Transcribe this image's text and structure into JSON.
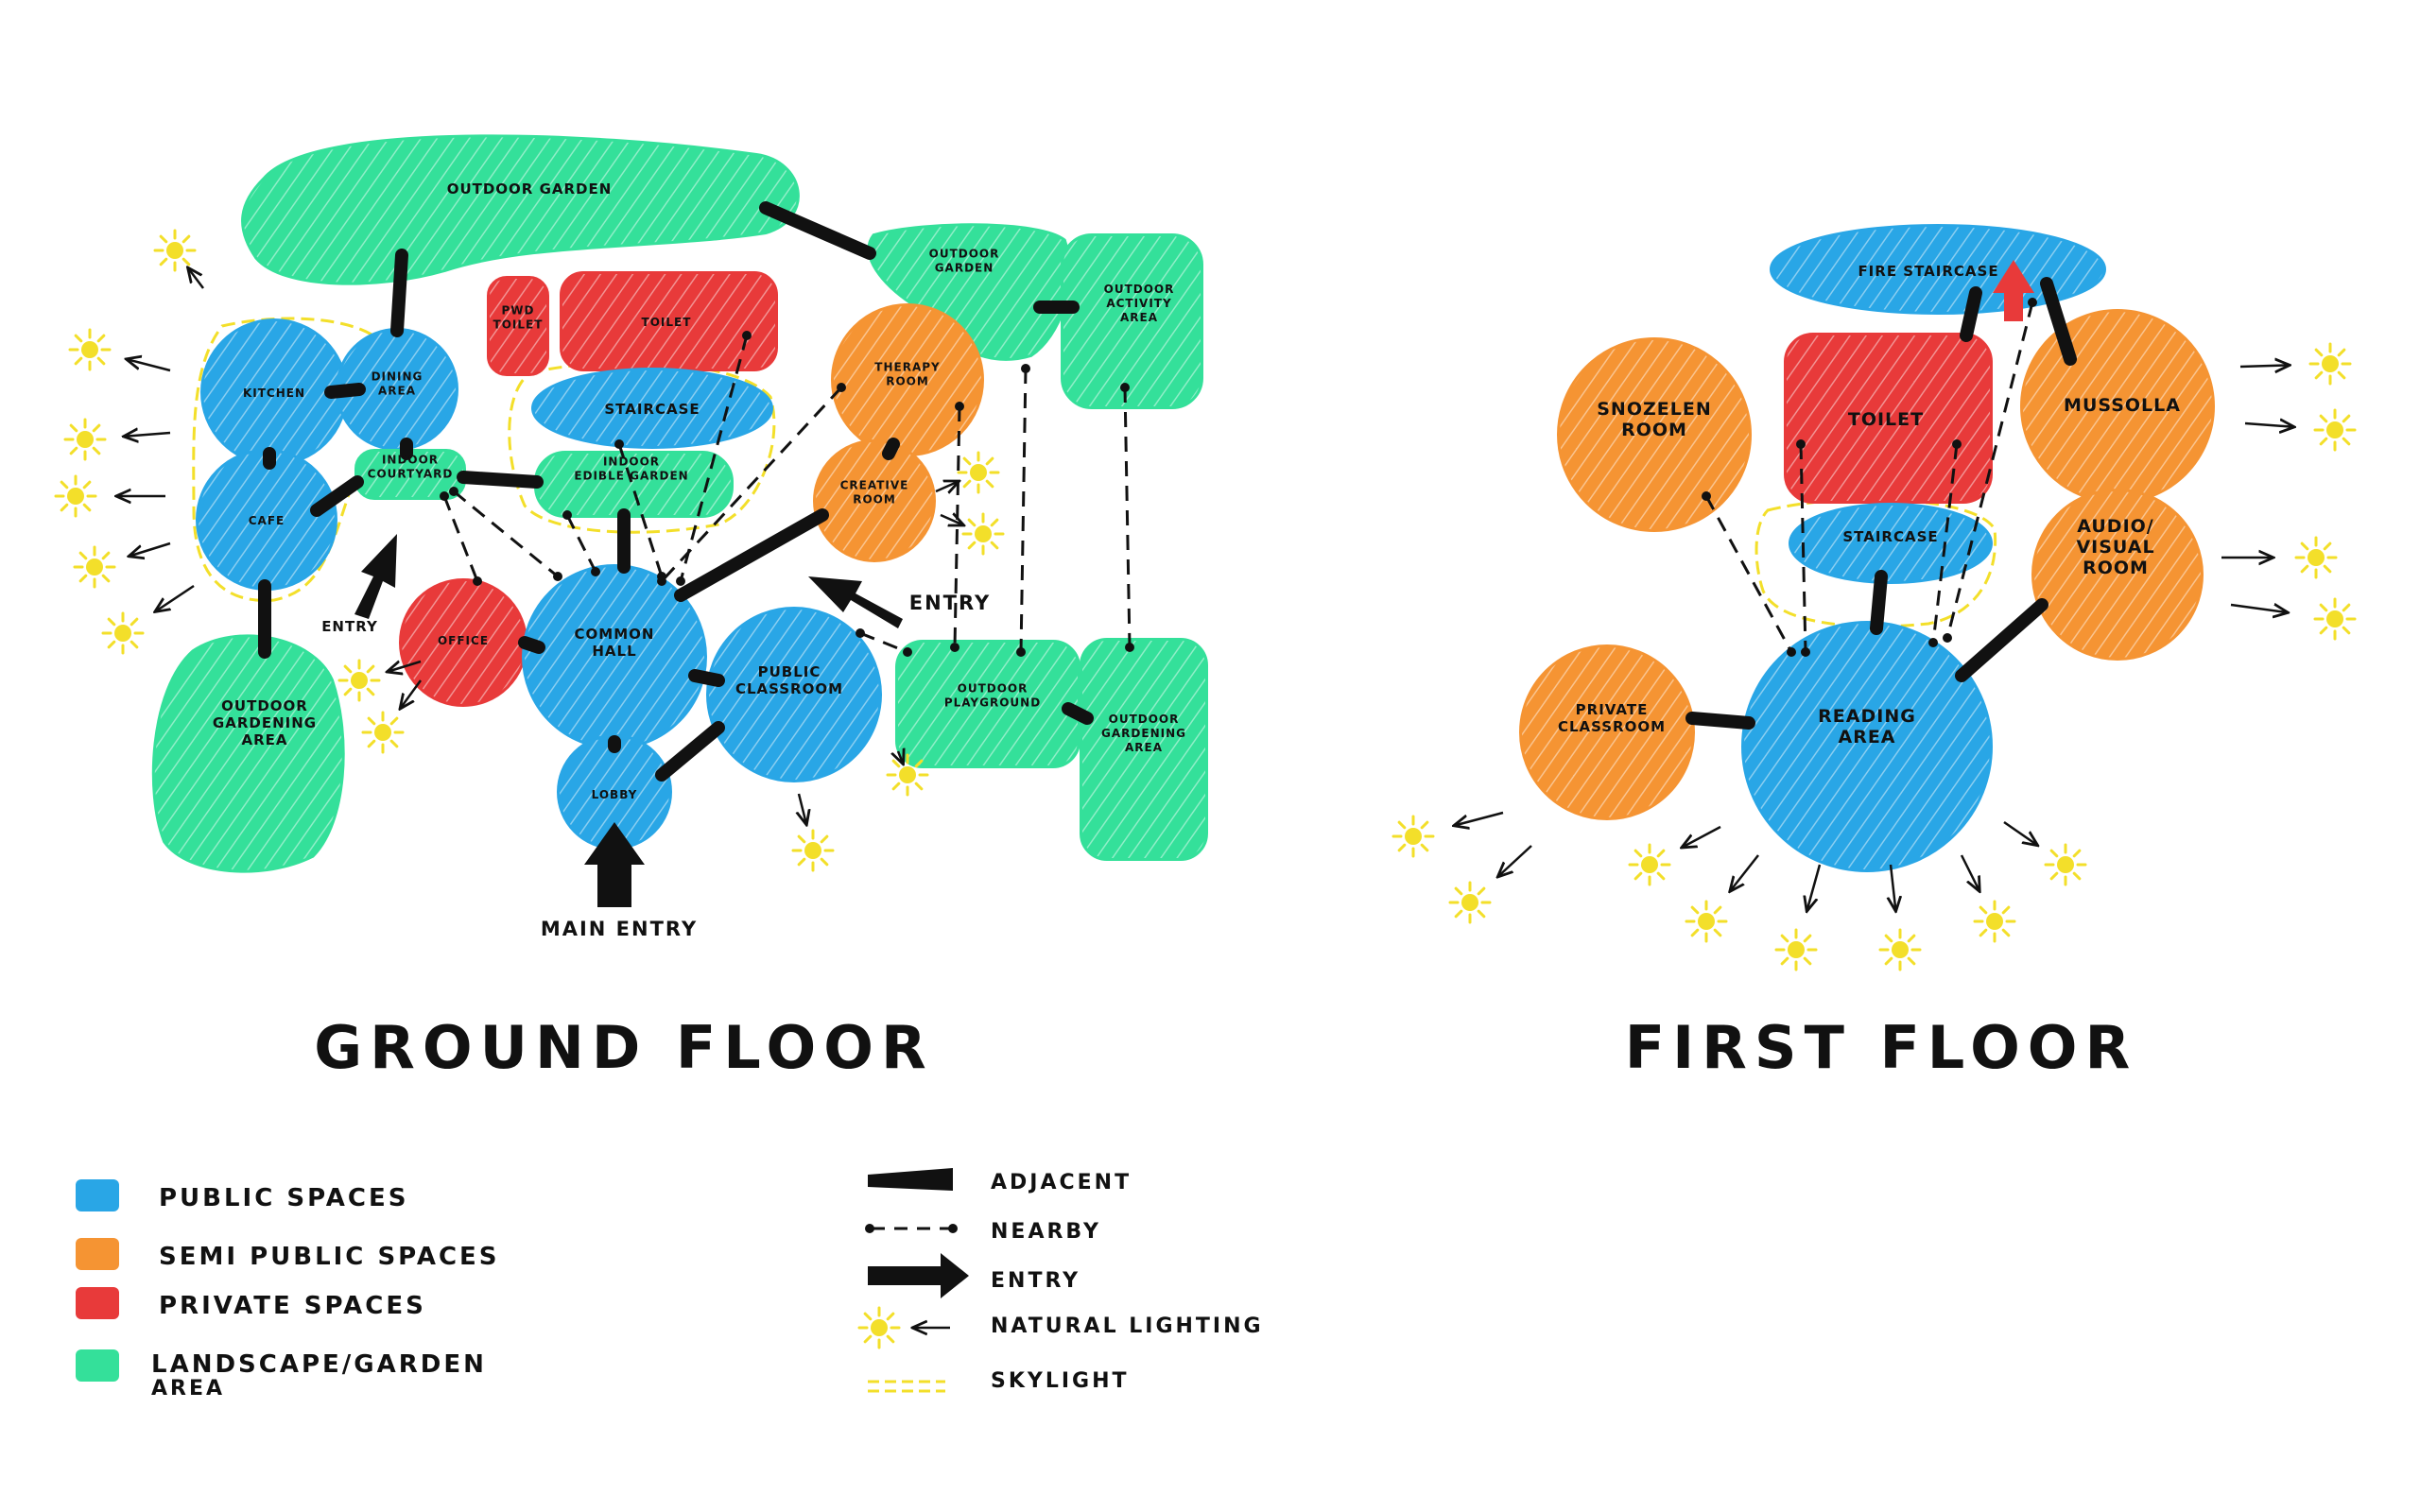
{
  "colors": {
    "public": "#29a6e6",
    "semi_public": "#f59433",
    "private": "#e83a3a",
    "landscape": "#34e09a",
    "skylight": "#f3df2a",
    "ink": "#111111"
  },
  "titles": {
    "ground": "GROUND FLOOR",
    "first": "FIRST FLOOR"
  },
  "labels": {
    "main_entry": "MAIN ENTRY",
    "entry_left": "ENTRY",
    "entry_right": "ENTRY"
  },
  "ground_rooms": {
    "outdoor_garden_top": [
      "OUTDOOR GARDEN"
    ],
    "kitchen": [
      "KITCHEN"
    ],
    "dining": [
      "DINING",
      "AREA"
    ],
    "cafe": [
      "CAFE"
    ],
    "indoor_courtyard": [
      "INDOOR",
      "COURTYARD"
    ],
    "pwd_toilet": [
      "PWD",
      "TOILET"
    ],
    "toilet": [
      "TOILET"
    ],
    "staircase": [
      "STAIRCASE"
    ],
    "edible_garden": [
      "INDOOR",
      "EDIBLE GARDEN"
    ],
    "outdoor_garden_small": [
      "OUTDOOR",
      "GARDEN"
    ],
    "outdoor_activity": [
      "OUTDOOR",
      "ACTIVITY",
      "AREA"
    ],
    "therapy": [
      "THERAPY",
      "ROOM"
    ],
    "creative": [
      "CREATIVE",
      "ROOM"
    ],
    "office": [
      "OFFICE"
    ],
    "common_hall": [
      "COMMON",
      "HALL"
    ],
    "public_classroom": [
      "PUBLIC",
      "CLASSROOM"
    ],
    "lobby": [
      "LOBBY"
    ],
    "outdoor_playground": [
      "OUTDOOR",
      "PLAYGROUND"
    ],
    "outdoor_gardening_right": [
      "OUTDOOR",
      "GARDENING",
      "AREA"
    ],
    "outdoor_gardening_left": [
      "OUTDOOR",
      "GARDENING",
      "AREA"
    ]
  },
  "first_rooms": {
    "fire_staircase": [
      "FIRE STAIRCASE"
    ],
    "snozelen": [
      "SNOZELEN",
      "ROOM"
    ],
    "toilet": [
      "TOILET"
    ],
    "mussolla": [
      "MUSSOLLA"
    ],
    "staircase": [
      "STAIRCASE"
    ],
    "audio_visual": [
      "AUDIO/",
      "VISUAL",
      "ROOM"
    ],
    "private_classroom": [
      "PRIVATE",
      "CLASSROOM"
    ],
    "reading": [
      "READING",
      "AREA"
    ]
  },
  "legend": {
    "spaces": [
      {
        "label": "PUBLIC SPACES",
        "color": "#29a6e6"
      },
      {
        "label": "SEMI PUBLIC SPACES",
        "color": "#f59433"
      },
      {
        "label": "PRIVATE SPACES",
        "color": "#e83a3a"
      },
      {
        "label": "LANDSCAPE/GARDEN",
        "label2": "AREA",
        "color": "#34e09a"
      }
    ],
    "relations": [
      {
        "label": "ADJACENT"
      },
      {
        "label": "NEARBY"
      },
      {
        "label": "ENTRY"
      },
      {
        "label": "NATURAL LIGHTING"
      },
      {
        "label": "SKYLIGHT"
      }
    ]
  }
}
